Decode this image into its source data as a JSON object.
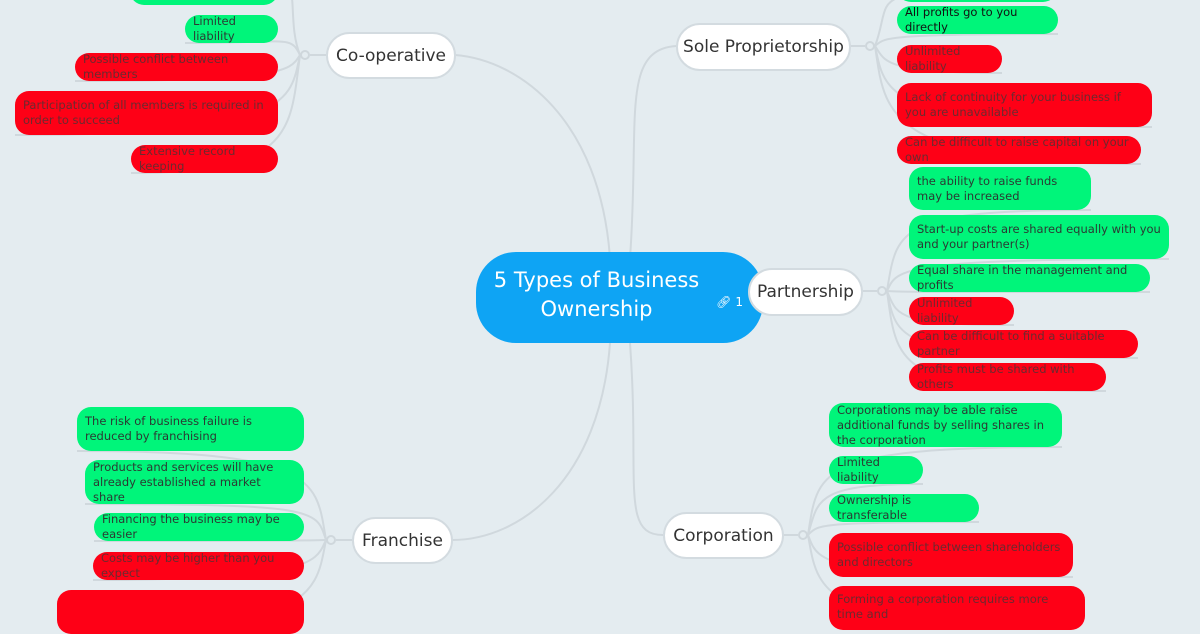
{
  "central": {
    "title": "5 Types of Business Ownership",
    "link_count": "1",
    "color": "#0ea4f4"
  },
  "colors": {
    "advantage": "#00f57a",
    "disadvantage": "#fe0016"
  },
  "cooperative": {
    "label": "Co-operative",
    "leaves": [
      "Limited liability",
      "Possible conflict between members",
      "Participation of all members is required in order to succeed",
      "Extensive record keeping"
    ]
  },
  "sole": {
    "label": "Sole Proprietorship",
    "leaves": [
      "All profits go to you directly",
      "Unlimited liability",
      "Lack of continuity for your business if you are unavailable",
      "Can be difficult to raise capital on your own"
    ]
  },
  "partnership": {
    "label": "Partnership",
    "leaves": [
      "the ability to raise funds may be increased",
      "Start-up costs are shared equally with you and your partner(s)",
      "Equal share in the management and profits",
      "Unlimited liability",
      "Can be difficult to find a suitable partner",
      "Profits must be shared with others"
    ]
  },
  "corporation": {
    "label": "Corporation",
    "leaves": [
      "Corporations may be able raise additional funds by selling shares in the corporation",
      "Limited liability",
      "Ownership is transferable",
      "Possible conflict between shareholders and directors",
      "Forming a corporation requires more time and"
    ]
  },
  "franchise": {
    "label": "Franchise",
    "leaves": [
      "The risk of business failure is reduced by franchising",
      "Products and services will have already established a market share",
      "Financing the business may be easier",
      "Costs may be higher than you expect"
    ]
  }
}
